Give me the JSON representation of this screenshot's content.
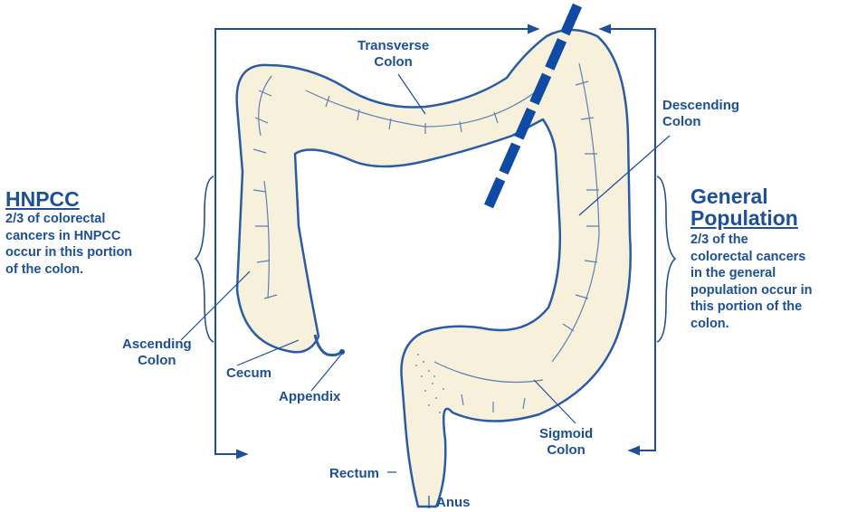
{
  "colors": {
    "ink": "#1c4f9c",
    "colon_fill": "#f7f0db",
    "colon_outline": "#2a5ba8",
    "divider": "#0f4aa6"
  },
  "labels": {
    "transverse": [
      "Transverse",
      "Colon"
    ],
    "descending": [
      "Descending",
      "Colon"
    ],
    "ascending": [
      "Ascending",
      "Colon"
    ],
    "cecum": "Cecum",
    "appendix": "Appendix",
    "rectum": "Rectum",
    "anus": "Anus",
    "sigmoid": [
      "Sigmoid",
      "Colon"
    ]
  },
  "hnpcc": {
    "heading": "HNPCC",
    "lines": [
      "2/3 of colorectal",
      "cancers in HNPCC",
      "occur in this portion",
      "of the colon."
    ]
  },
  "general": {
    "heading": [
      "General",
      "Population"
    ],
    "lines": [
      "2/3 of the",
      "colorectal cancers",
      "in the general",
      "population occur in",
      "this portion of the",
      "colon."
    ]
  }
}
